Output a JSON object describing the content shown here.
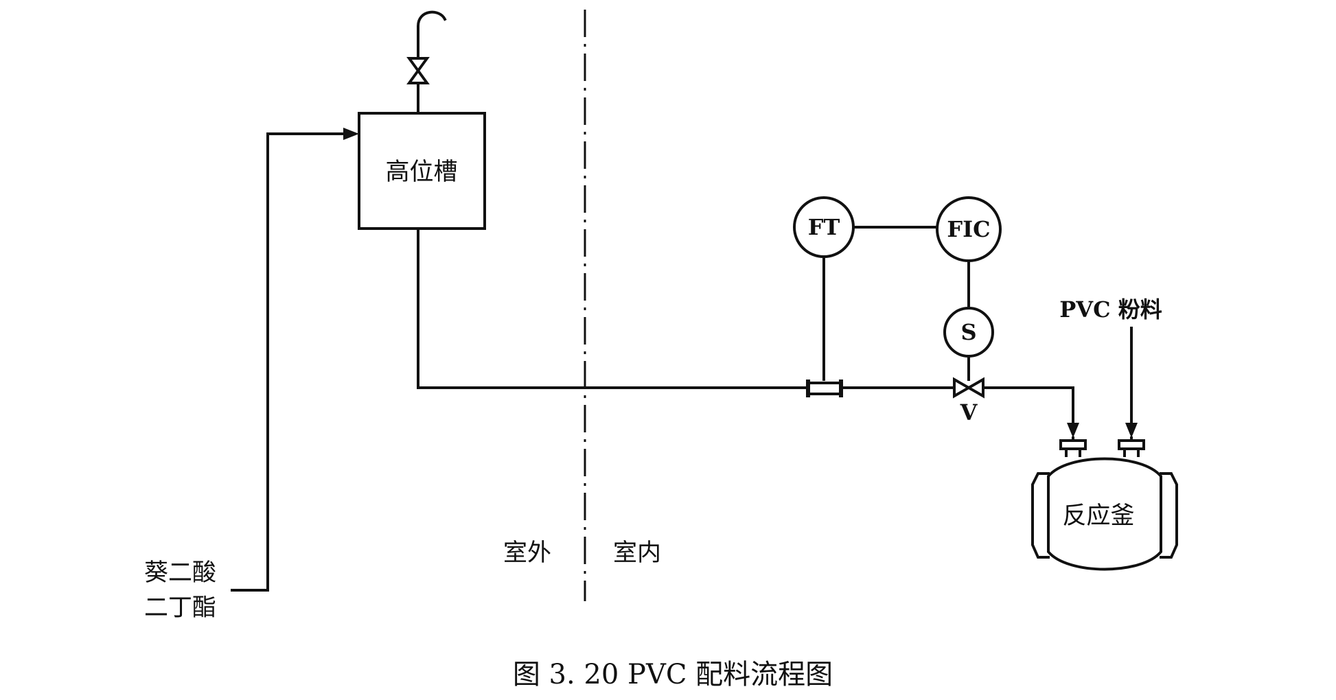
{
  "diagram": {
    "caption": "图 3. 20 PVC 配料流程图",
    "tanks": {
      "head_tank": "高位槽",
      "reactor": "反应釜"
    },
    "feeds": {
      "dbs_line1": "葵二酸",
      "dbs_line2": "二丁酯",
      "pvc_powder": "PVC 粉料"
    },
    "zones": {
      "outdoor": "室外",
      "indoor": "室内"
    },
    "instruments": {
      "flow_transmitter": "FT",
      "flow_controller": "FIC",
      "solenoid": "S",
      "valve_label": "V"
    }
  }
}
